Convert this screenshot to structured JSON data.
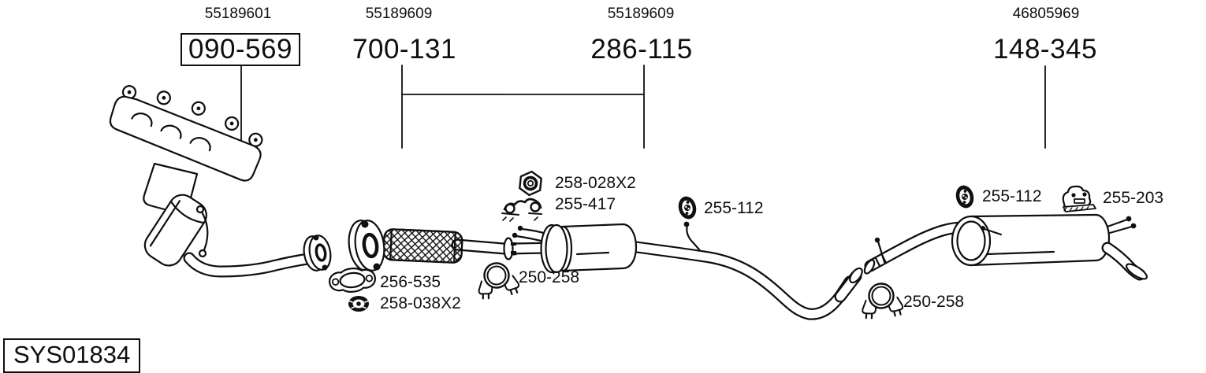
{
  "assemblies": [
    {
      "oem_number": "55189601",
      "part_number": "090-569",
      "boxed": true,
      "icon": "manifold-catalyst-drawing"
    },
    {
      "oem_number": "55189609",
      "part_number": "700-131",
      "boxed": false,
      "icon": "flex-pipe-drawing"
    },
    {
      "oem_number": "55189609",
      "part_number": "286-115",
      "boxed": false,
      "icon": "center-muffler-drawing"
    },
    {
      "oem_number": "46805969",
      "part_number": "148-345",
      "boxed": false,
      "icon": "rear-muffler-drawing"
    }
  ],
  "fittings": [
    {
      "part_number": "258-028X2",
      "icon": "hex-nut-icon"
    },
    {
      "part_number": "255-417",
      "icon": "hanger-bracket-icon"
    },
    {
      "part_number": "255-112",
      "icon": "rubber-hanger-icon"
    },
    {
      "part_number": "256-535",
      "icon": "gasket-icon"
    },
    {
      "part_number": "258-038X2",
      "icon": "flange-nut-icon"
    },
    {
      "part_number": "250-258",
      "icon": "pipe-clamp-icon"
    },
    {
      "part_number": "255-112",
      "icon": "rubber-hanger-icon"
    },
    {
      "part_number": "255-203",
      "icon": "rubber-mount-icon"
    },
    {
      "part_number": "250-258",
      "icon": "pipe-clamp-icon"
    }
  ],
  "system_code": "SYS01834",
  "colors": {
    "line": "#0f0f0f",
    "background": "#ffffff"
  }
}
